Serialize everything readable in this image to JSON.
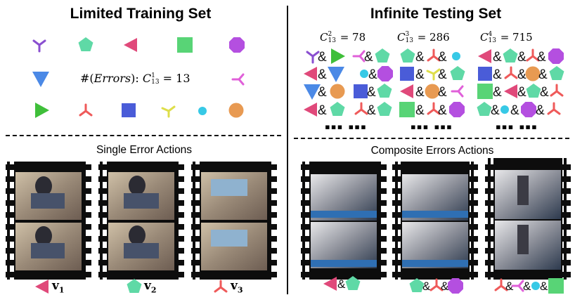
{
  "left": {
    "title": "Limited Training Set",
    "errors_formula": {
      "prefix": "#(",
      "word": "Errors",
      "suffix": "):",
      "C": "C",
      "sup": "1",
      "sub": "13",
      "eq": "= 13"
    },
    "section_label": "Single Error Actions",
    "legend": [
      {
        "v": "v",
        "sub": "1",
        "icon": "pink-triangle-left"
      },
      {
        "v": "v",
        "sub": "2",
        "icon": "teal-pentagon"
      },
      {
        "v": "v",
        "sub": "3",
        "icon": "red-tristar"
      }
    ]
  },
  "right": {
    "title": "Infinite Testing Set",
    "combos": [
      {
        "C": "C",
        "sup": "2",
        "sub": "13",
        "value": "= 78"
      },
      {
        "C": "C",
        "sup": "3",
        "sub": "13",
        "value": "= 286"
      },
      {
        "C": "C",
        "sup": "4",
        "sub": "13",
        "value": "= 715"
      }
    ],
    "section_label": "Composite Errors Actions",
    "ellipsis": "▪▪▪ ▪▪▪",
    "amp": "&"
  },
  "colors": {
    "purple": "#8a4fd0",
    "teal": "#5fd9a6",
    "pink": "#e0497a",
    "green": "#58d476",
    "magenta": "#b44fe0",
    "blue": "#4b89e6",
    "lime": "#3fbf3a",
    "red": "#ef5a5a",
    "indigo": "#4a5cd8",
    "yellow": "#dede4a",
    "cyan": "#37c9e6",
    "orange": "#e89a52",
    "violet_pink": "#e060d9"
  }
}
